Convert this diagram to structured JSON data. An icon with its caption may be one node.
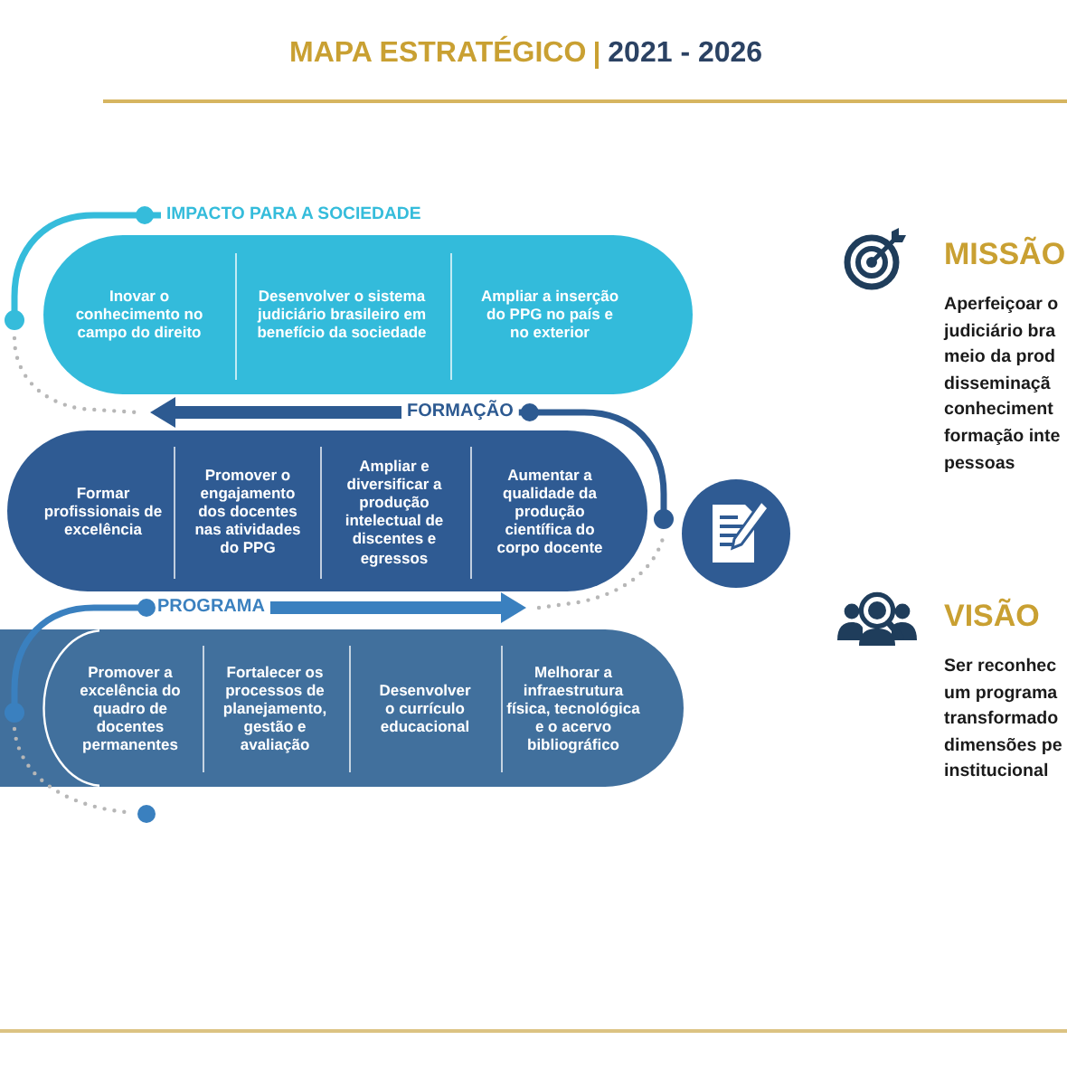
{
  "diagram": {
    "title": "MAPA ESTRATÉGICO",
    "nodes": [
      {
        "text": [
          "IMPACTO PARA A SOCIEDADE"
        ]
      },
      {
        "text": [
          "Inovar o conhecimento no campo do direito",
          "Desenvolver o sistema judiciário brasileiro em benefício da sociedade",
          "Ampliar a inserção do PPG no país e no exterior"
        ]
      },
      {
        "text": [
          "FORMAÇÃO"
        ]
      },
      {
        "text": [
          "Formar profissionais de excelência",
          "Promover o engajamento dos docentes nas atividades do PPG",
          "Ampliar e diversificar a produção intelectual de discentes e egressos",
          "Aumentar a qualidade da produção científica do corpo docente"
        ]
      },
      {
        "text": [
          "PROGRAMA"
        ]
      },
      {
        "text": [
          "Promover a excelência do quadro de docentes permanentes",
          "Fortalecer os processos de planejamento, gestão e avaliação",
          "Desenvolver o currículo educacional",
          "Melhorar a infraestrutura física, tecnológica e o acervo bibliográfico"
        ]
      }
    ],
    "edges": [
      {
        "from": 0,
        "to": 1,
        "arrow": "other",
        "color": "#35bcdb"
      },
      {
        "from": 2,
        "to": 3,
        "arrow": "to",
        "style": "thick",
        "color": "#2d5a91"
      },
      {
        "from": 2,
        "to": 3,
        "arrow": "other",
        "color": "#2d5a91"
      },
      {
        "from": 4,
        "to": 5,
        "arrow": "other",
        "color": "#3a80bf"
      },
      {
        "from": 4,
        "to": 3,
        "arrow": "to",
        "style": "thick",
        "color": "#3a80bf"
      }
    ],
    "labels": [
      "2021 - 2026",
      "MISSÃO",
      "Aperfeiçoar o judiciário bra meio da prod disseminaçã conheciment formação inte pessoas",
      "VISÃO",
      "Ser reconhec um programa transformado dimensões pe institucional"
    ]
  }
}
